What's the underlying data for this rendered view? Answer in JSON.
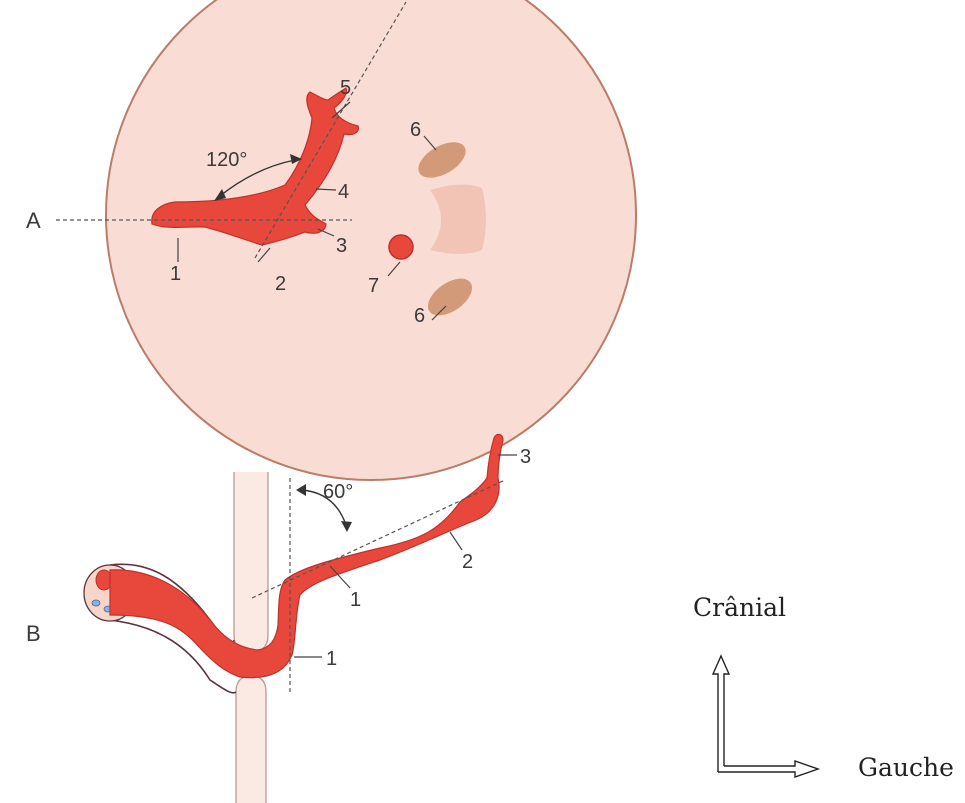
{
  "panelA": {
    "label": "A",
    "angle": "120°",
    "numbers": {
      "n1": "1",
      "n2": "2",
      "n3": "3",
      "n4": "4",
      "n5": "5",
      "n6a": "6",
      "n6b": "6",
      "n7": "7"
    }
  },
  "panelB": {
    "label": "B",
    "angle": "60°",
    "numbers": {
      "n1a": "1",
      "n1b": "1",
      "n2": "2",
      "n3": "3"
    }
  },
  "orientation": {
    "cranial": "Crânial",
    "left": "Gauche"
  },
  "colors": {
    "vessel": "#e8483c",
    "vessel_edge": "#c0302a",
    "circle_fill": "#f9dcd3",
    "circle_stroke": "#b97d6a",
    "kidney": "#d29a78",
    "vertebra": "#f2c4b6",
    "skin": "#f7d5c9"
  }
}
